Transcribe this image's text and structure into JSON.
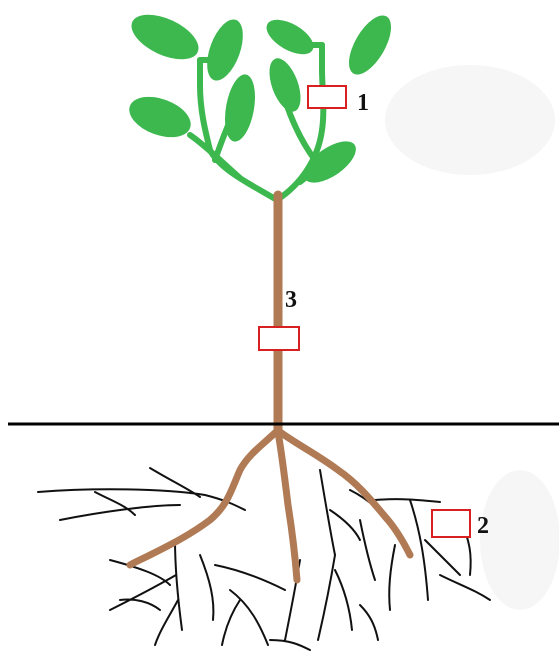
{
  "labels": {
    "leaf_number": "1",
    "root_number": "2",
    "stem_number": "3"
  },
  "colors": {
    "leaf": "#3cb84f",
    "branch": "#3cb84f",
    "stem": "#b07a55",
    "main_root": "#b07a55",
    "fine_root": "#111111",
    "ground_line": "#000000",
    "marker_box": "#d92020"
  },
  "parts": [
    "leaves",
    "stem",
    "roots"
  ]
}
